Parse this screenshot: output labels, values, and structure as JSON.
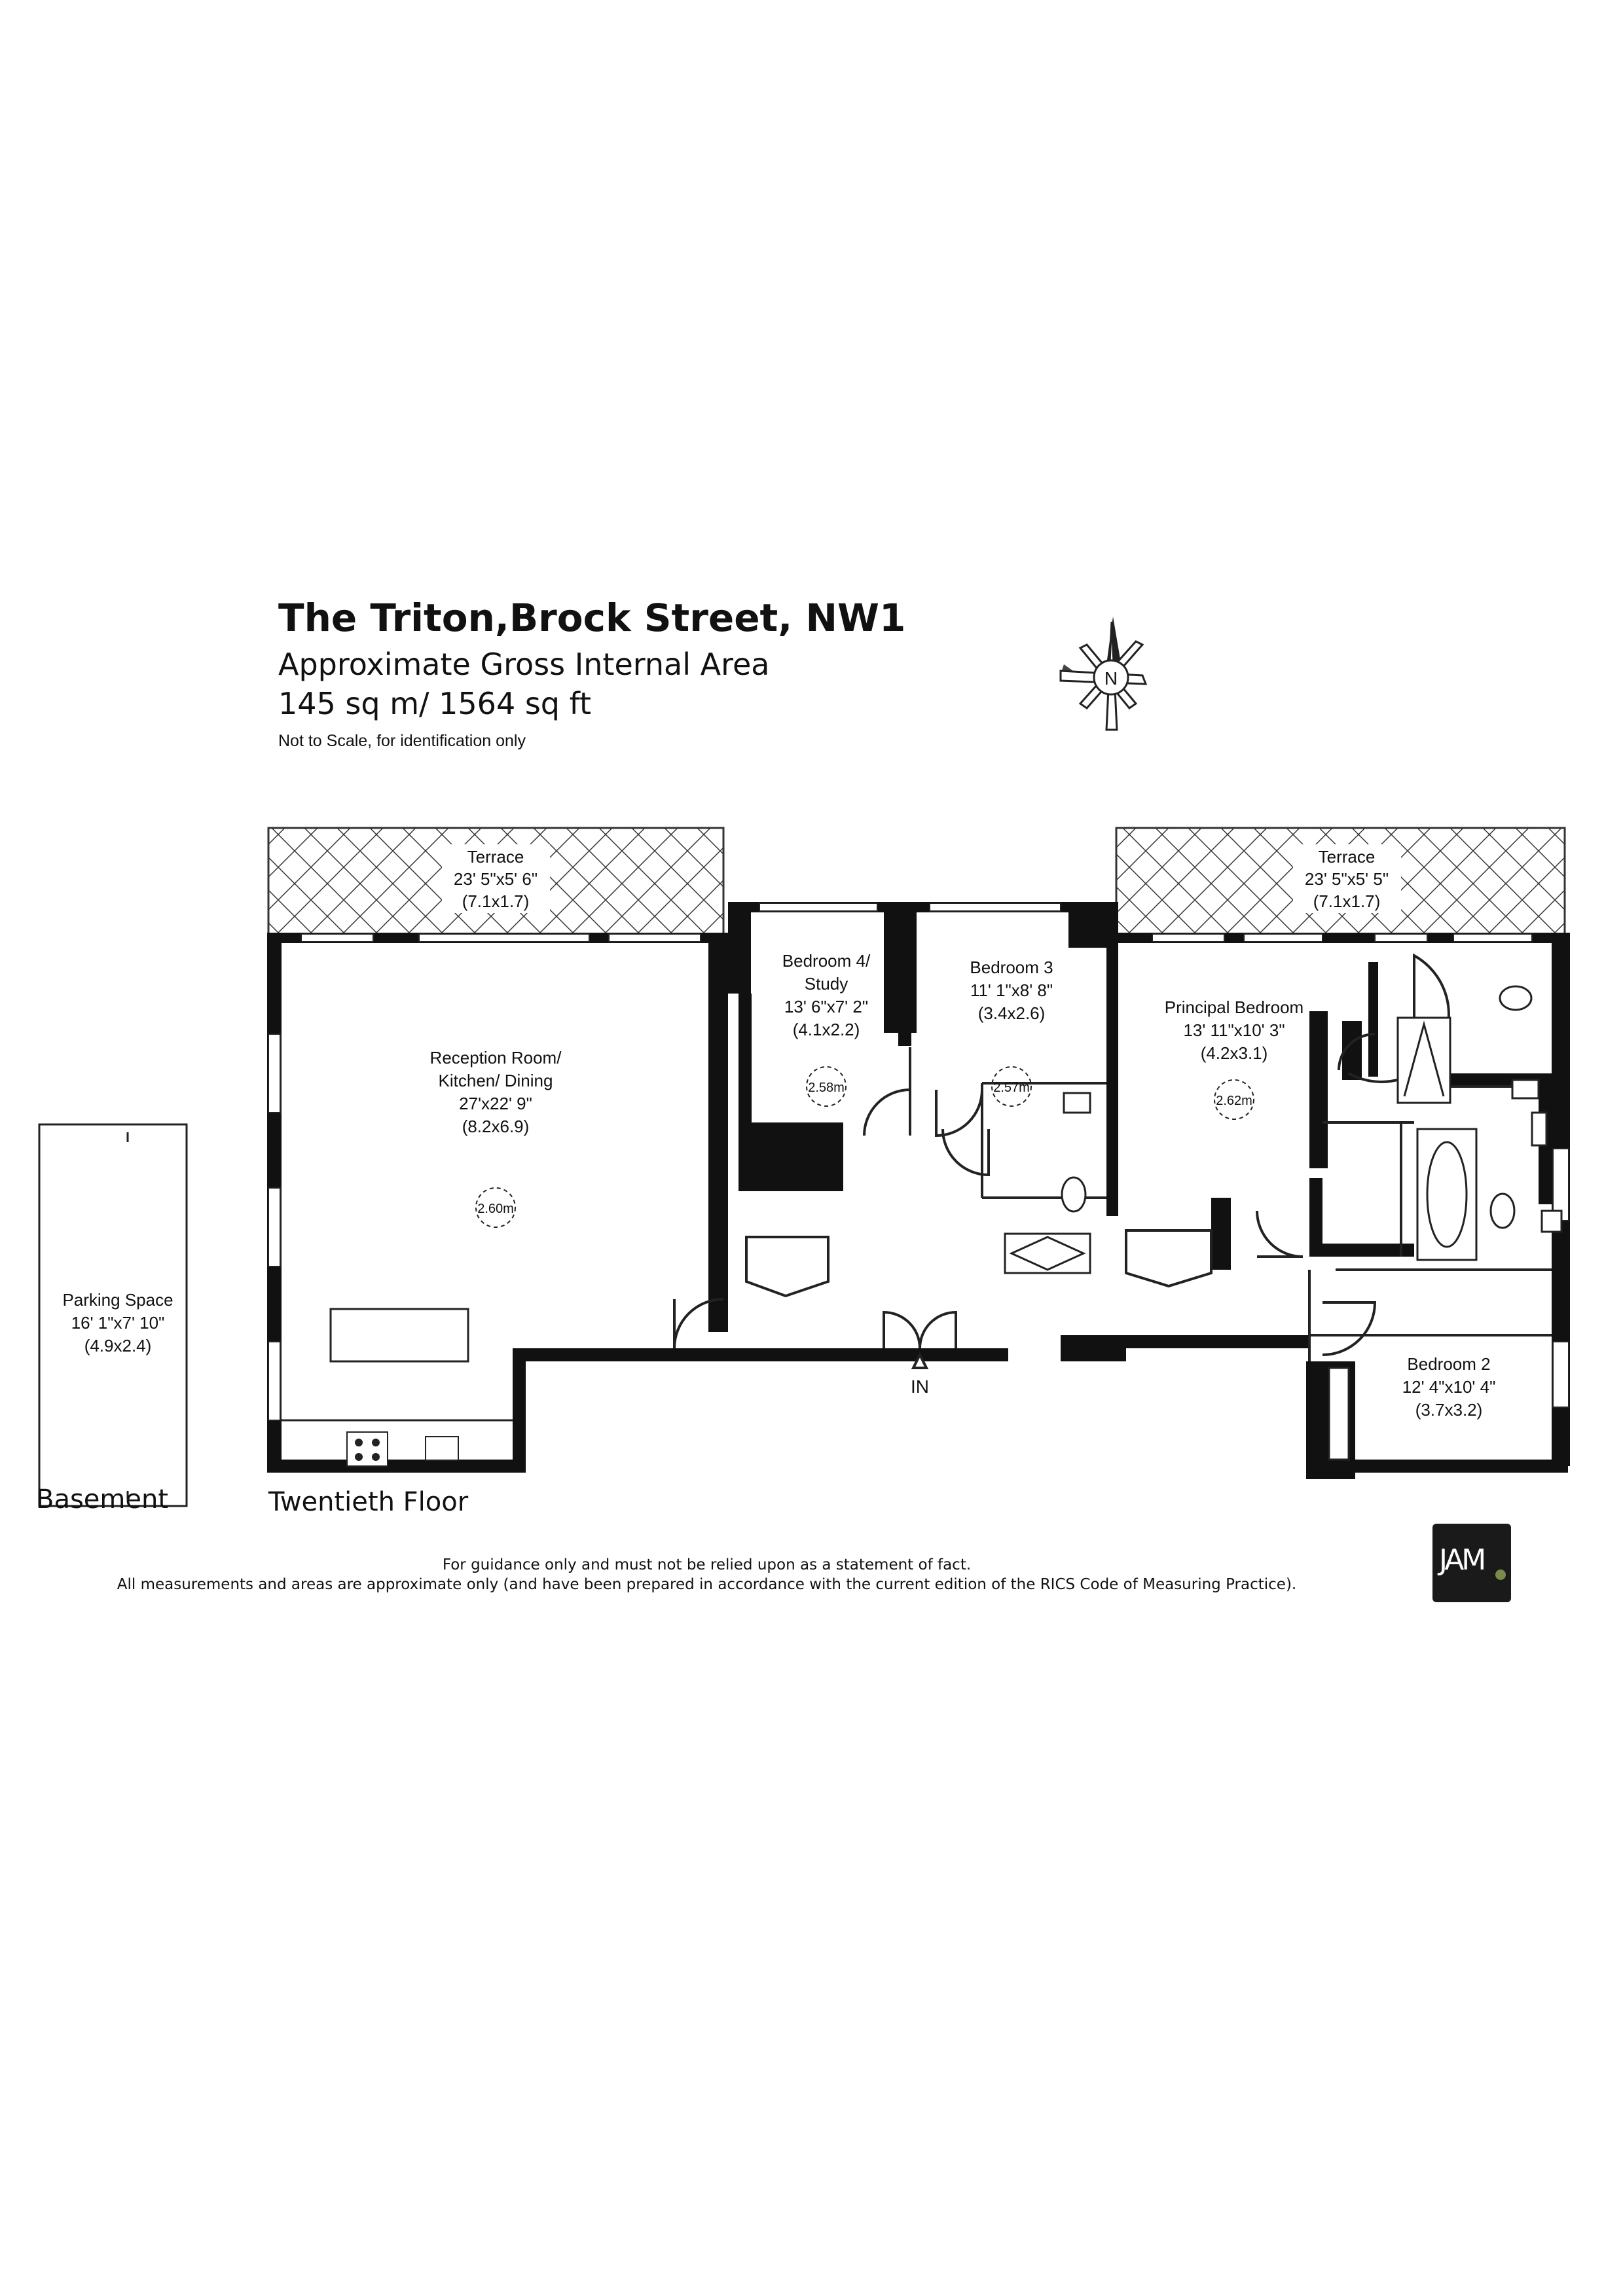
{
  "header": {
    "title": "The Triton,Brock Street, NW1",
    "subtitle": "Approximate Gross Internal Area",
    "area": "145 sq m/ 1564 sq ft",
    "note": "Not to Scale, for identification only"
  },
  "compass": {
    "label": "N"
  },
  "rooms": {
    "terrace_left": {
      "name": "Terrace",
      "imperial": "23' 5\"x5' 6\"",
      "metric": "(7.1x1.7)"
    },
    "terrace_right": {
      "name": "Terrace",
      "imperial": "23' 5\"x5' 5\"",
      "metric": "(7.1x1.7)"
    },
    "reception": {
      "name1": "Reception Room/",
      "name2": "Kitchen/ Dining",
      "imperial": "27'x22' 9\"",
      "metric": "(8.2x6.9)",
      "height": "2.60m"
    },
    "bedroom4": {
      "name1": "Bedroom 4/",
      "name2": "Study",
      "imperial": "13' 6\"x7' 2\"",
      "metric": "(4.1x2.2)",
      "height": "2.58m"
    },
    "bedroom3": {
      "name": "Bedroom 3",
      "imperial": "11' 1\"x8' 8\"",
      "metric": "(3.4x2.6)",
      "height": "2.57m"
    },
    "principal": {
      "name": "Principal Bedroom",
      "imperial": "13' 11\"x10' 3\"",
      "metric": "(4.2x3.1)",
      "height": "2.62m"
    },
    "bedroom2": {
      "name": "Bedroom 2",
      "imperial": "12' 4\"x10' 4\"",
      "metric": "(3.7x3.2)"
    },
    "parking": {
      "name": "Parking Space",
      "imperial": "16' 1\"x7' 10\"",
      "metric": "(4.9x2.4)"
    }
  },
  "entrance": "IN",
  "floors": {
    "basement": "Basement",
    "main": "Twentieth Floor"
  },
  "disclaimer": {
    "line1": "For guidance only and must not be relied upon as a statement of fact.",
    "line2": "All measurements and areas are approximate only (and have been prepared in accordance with the current edition of the RICS Code of Measuring Practice)."
  },
  "logo": "JAM"
}
